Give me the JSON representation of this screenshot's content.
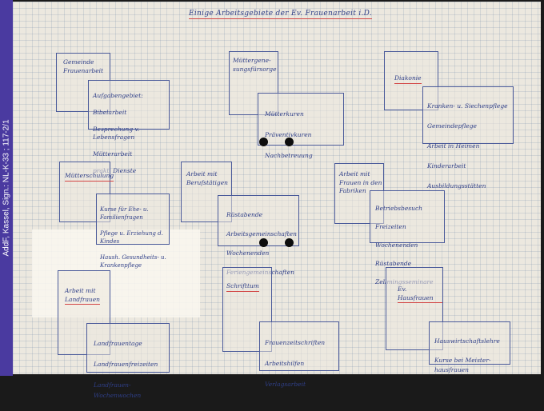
{
  "archive_label": "AddF, Kassel, Sign.: NL-K-33 ; 117-2/1",
  "title": "Einige Arbeitsgebiete der Ev. Frauenarbeit i.D.",
  "groups": [
    {
      "id": "gemeinde",
      "head": "Gemeinde\nFrauenarbeit",
      "items": [
        "Aufgabengebiet:",
        "Bibelarbeit",
        "Besprechung v. Lebensfragen",
        "Mütterarbeit",
        "prakt. Dienste"
      ]
    },
    {
      "id": "muettergenesung",
      "head": "Müttergene-\nsungsfürsorge",
      "items": [
        "Mütterkuren",
        "Präventivkuren",
        "Nachbetreuung"
      ]
    },
    {
      "id": "diakonie",
      "head": "Diakonie",
      "items": [
        "Kranken- u. Siechenpflege",
        "Gemeindepflege",
        "Arbeit in Heimen",
        "Kinderarbeit",
        "Ausbildungsstätten"
      ]
    },
    {
      "id": "muetterschulung",
      "head": "Mütterschulung",
      "items": [
        "Kurse für Ehe- u. Familienfragen",
        "Pflege u. Erziehung d. Kindes",
        "Haush. Gesundheits- u. Krankenpflege"
      ]
    },
    {
      "id": "berufstaetige",
      "head": "Arbeit mit\nBerufstätigen",
      "items": [
        "Rüstabende",
        "Arbeitsgemeinschaften",
        "Wochenenden",
        "Ferien­gemeinschaften"
      ]
    },
    {
      "id": "fabriken",
      "head": "Arbeit mit\nFrauen in den\nFabriken",
      "items": [
        "Betriebsbesuch",
        "Freizeiten",
        "Wochenenden",
        "Rüstabende",
        "Zellmingsseminare"
      ]
    },
    {
      "id": "landfrauen",
      "head": "Arbeit mit\nLandfrauen",
      "items": [
        "Landfrauentage",
        "Landfrauenfreizeiten",
        "Landfrauen-Wochenwochen"
      ]
    },
    {
      "id": "schrifttum",
      "head": "Schrifttum",
      "items": [
        "Frauenzeitschriften",
        "Arbeitshilfen",
        "Verlagsarbeit"
      ]
    },
    {
      "id": "hausfrauen",
      "head": "Ev. Hausfrauen",
      "items": [
        "Hauswirtschaftslehre",
        "Kurse bei Meister-hausfrauen"
      ]
    }
  ]
}
